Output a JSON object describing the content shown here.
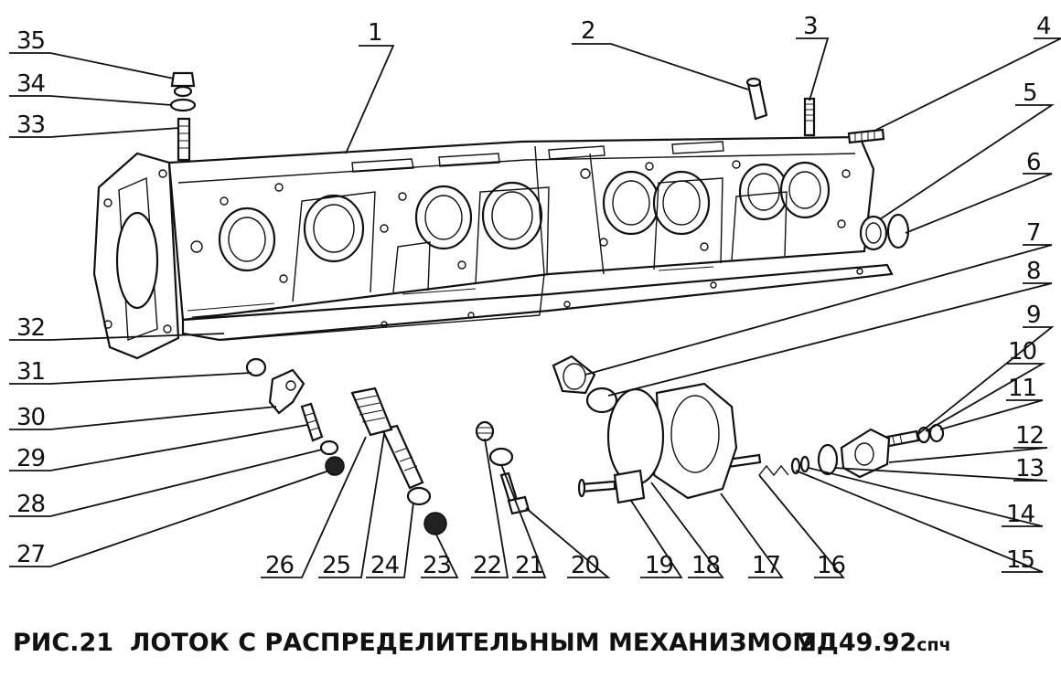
{
  "caption": {
    "figure": "РИС.21",
    "title": "ЛОТОК С РАСПРЕДЕЛИТЕЛЬНЫМ МЕХАНИЗМОМ",
    "code": "2Д49.92",
    "code_suffix": "спч"
  },
  "callouts": [
    "1",
    "2",
    "3",
    "4",
    "5",
    "6",
    "7",
    "8",
    "9",
    "10",
    "11",
    "12",
    "13",
    "14",
    "15",
    "16",
    "17",
    "18",
    "19",
    "20",
    "21",
    "22",
    "23",
    "24",
    "25",
    "26",
    "27",
    "28",
    "29",
    "30",
    "31",
    "32",
    "33",
    "34",
    "35"
  ]
}
